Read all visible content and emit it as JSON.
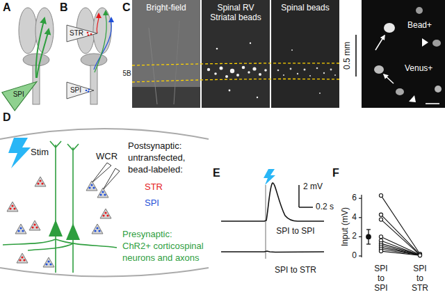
{
  "diagram": {
    "nodes": [
      {
        "text": [
          "Bright-field"
        ]
      },
      {
        "text": [
          "Spinal RV Striatal beads"
        ]
      },
      {
        "text": [
          "Spinal beads"
        ]
      }
    ],
    "labels": [
      "A",
      "SPI",
      "B",
      "STR",
      "SPI",
      "C",
      "0.5 mm",
      "5B",
      "Bead+",
      "Venus+",
      "D",
      "Stim",
      "WCR",
      "Postsynaptic:",
      "untransfected,",
      "bead-labeled:",
      "STR",
      "SPI",
      "Presynaptic:",
      "ChR2+ corticospinal",
      "neurons and axons",
      "E",
      "2 mV",
      "0.2 s",
      "SPI to SPI",
      "SPI to STR",
      "F",
      "6",
      "4",
      "2",
      "0",
      "Input (mV)",
      "SPI to SPI",
      "SPI to STR"
    ]
  }
}
